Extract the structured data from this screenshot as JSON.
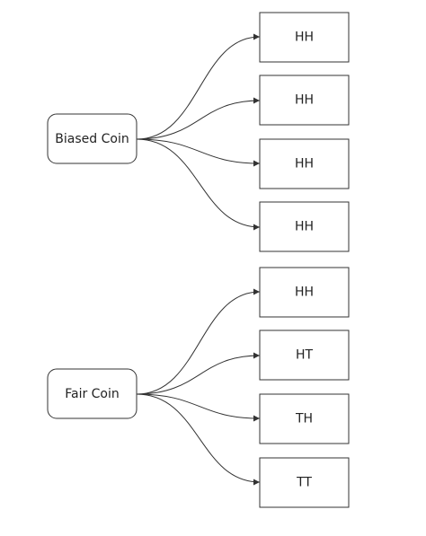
{
  "diagram": {
    "groups": [
      {
        "source": "Biased Coin",
        "outcomes": [
          "HH",
          "HH",
          "HH",
          "HH"
        ]
      },
      {
        "source": "Fair Coin",
        "outcomes": [
          "HH",
          "HT",
          "TH",
          "TT"
        ]
      }
    ]
  }
}
